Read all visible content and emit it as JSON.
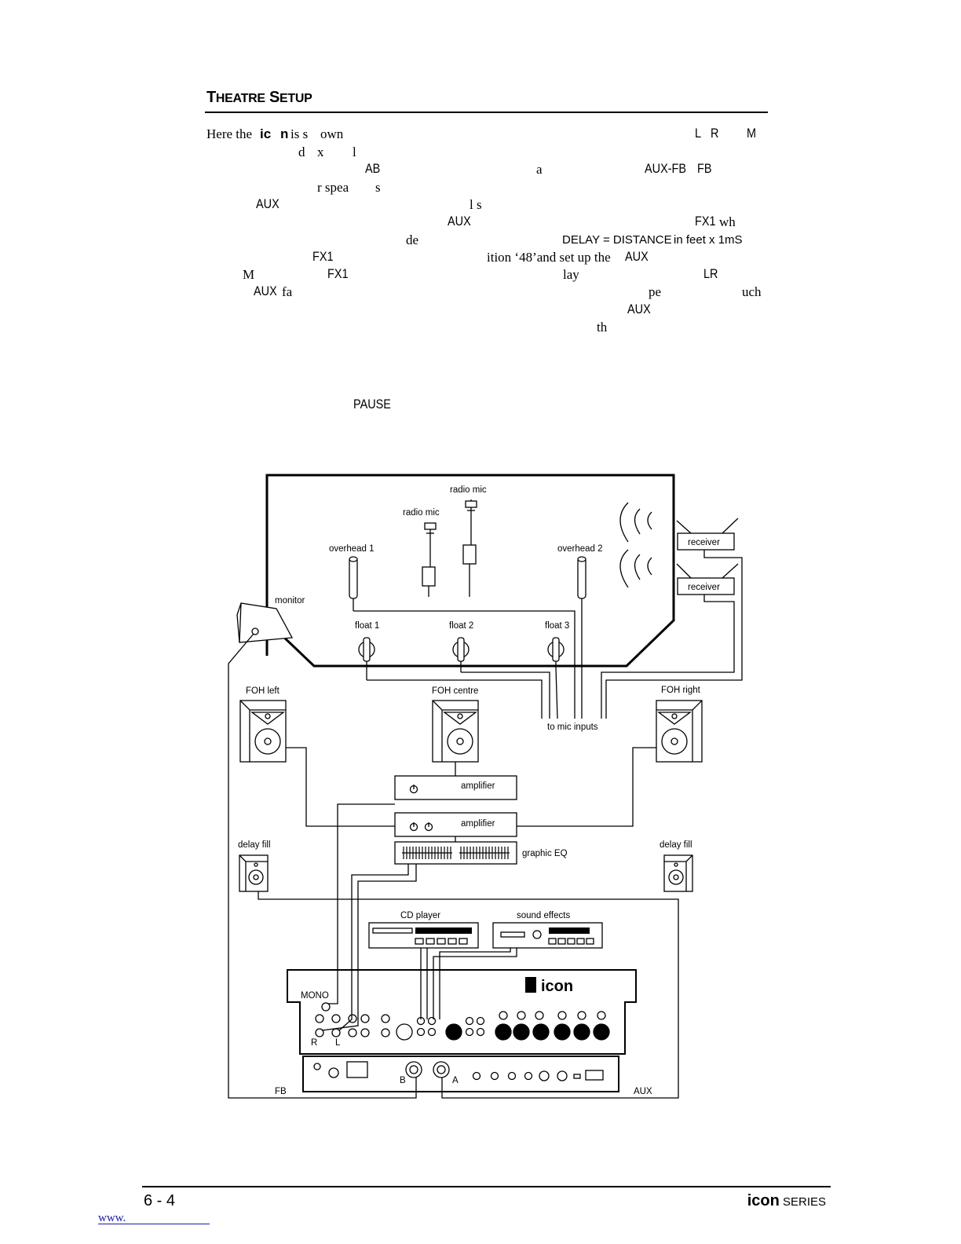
{
  "heading": {
    "first_letter": "T",
    "first_rest": "HEATRE",
    "second_letter": "S",
    "second_rest": "ETUP"
  },
  "body_fragments": [
    {
      "text": "Here the ",
      "style": "serif"
    },
    {
      "text": "ic",
      "style": "bold-sans"
    },
    {
      "text": "n",
      "style": "bold-sans"
    },
    {
      "text": " is s",
      "style": "serif"
    },
    {
      "text": "own",
      "style": "serif"
    },
    {
      "text": "L",
      "style": "sans"
    },
    {
      "text": "R",
      "style": "sans"
    },
    {
      "text": "M",
      "style": "sans"
    },
    {
      "text": "d",
      "style": "serif"
    },
    {
      "text": "x",
      "style": "serif"
    },
    {
      "text": "l",
      "style": "serif"
    },
    {
      "text": "AB",
      "style": "sans"
    },
    {
      "text": "a",
      "style": "serif"
    },
    {
      "text": "AUX-FB",
      "style": "sans"
    },
    {
      "text": "FB",
      "style": "sans"
    },
    {
      "text": "r spea",
      "style": "serif"
    },
    {
      "text": "s",
      "style": "serif"
    },
    {
      "text": "AUX",
      "style": "sans"
    },
    {
      "text": "l s",
      "style": "serif"
    },
    {
      "text": "AUX",
      "style": "sans"
    },
    {
      "text": "FX1",
      "style": "sans"
    },
    {
      "text": "wh",
      "style": "serif"
    },
    {
      "text": "de",
      "style": "serif"
    },
    {
      "text": "DELAY = DISTANCE",
      "style": "sans-small"
    },
    {
      "text": "in feet x 1mS",
      "style": "sans-small"
    },
    {
      "text": "FX1",
      "style": "sans"
    },
    {
      "text": "ition ‘48’and set up the ",
      "style": "serif"
    },
    {
      "text": "AUX",
      "style": "sans"
    },
    {
      "text": "M",
      "style": "serif"
    },
    {
      "text": "FX1",
      "style": "sans"
    },
    {
      "text": "lay",
      "style": "serif"
    },
    {
      "text": "LR",
      "style": "sans"
    },
    {
      "text": "AUX",
      "style": "sans"
    },
    {
      "text": "fa",
      "style": "serif"
    },
    {
      "text": "pe",
      "style": "serif"
    },
    {
      "text": "uch",
      "style": "serif"
    },
    {
      "text": "AUX",
      "style": "sans"
    },
    {
      "text": "th",
      "style": "serif"
    },
    {
      "text": "PAUSE",
      "style": "sans"
    }
  ],
  "diagram": {
    "labels": {
      "radio_mic_top": "radio mic",
      "radio_mic_left": "radio mic",
      "overhead_1": "overhead 1",
      "overhead_2": "overhead 2",
      "receiver_1": "receiver",
      "receiver_2": "receiver",
      "monitor": "monitor",
      "float_1": "float 1",
      "float_2": "float 2",
      "float_3": "float 3",
      "foh_left": "FOH left",
      "foh_centre": "FOH centre",
      "foh_right": "FOH right",
      "to_mic_inputs": "to mic inputs",
      "amplifier_1": "amplifier",
      "amplifier_2": "amplifier",
      "graphic_eq": "graphic EQ",
      "delay_fill_left": "delay fill",
      "delay_fill_right": "delay fill",
      "cd_player": "CD player",
      "sound_effects": "sound effects",
      "mono": "MONO",
      "r": "R",
      "l": "L",
      "b": "B",
      "a": "A",
      "fb": "FB",
      "aux": "AUX",
      "console_logo": "icon"
    }
  },
  "footer": {
    "page_number": "6 - 4",
    "brand_bold": "icon",
    "brand_rest": " SERIES",
    "www": "www."
  }
}
